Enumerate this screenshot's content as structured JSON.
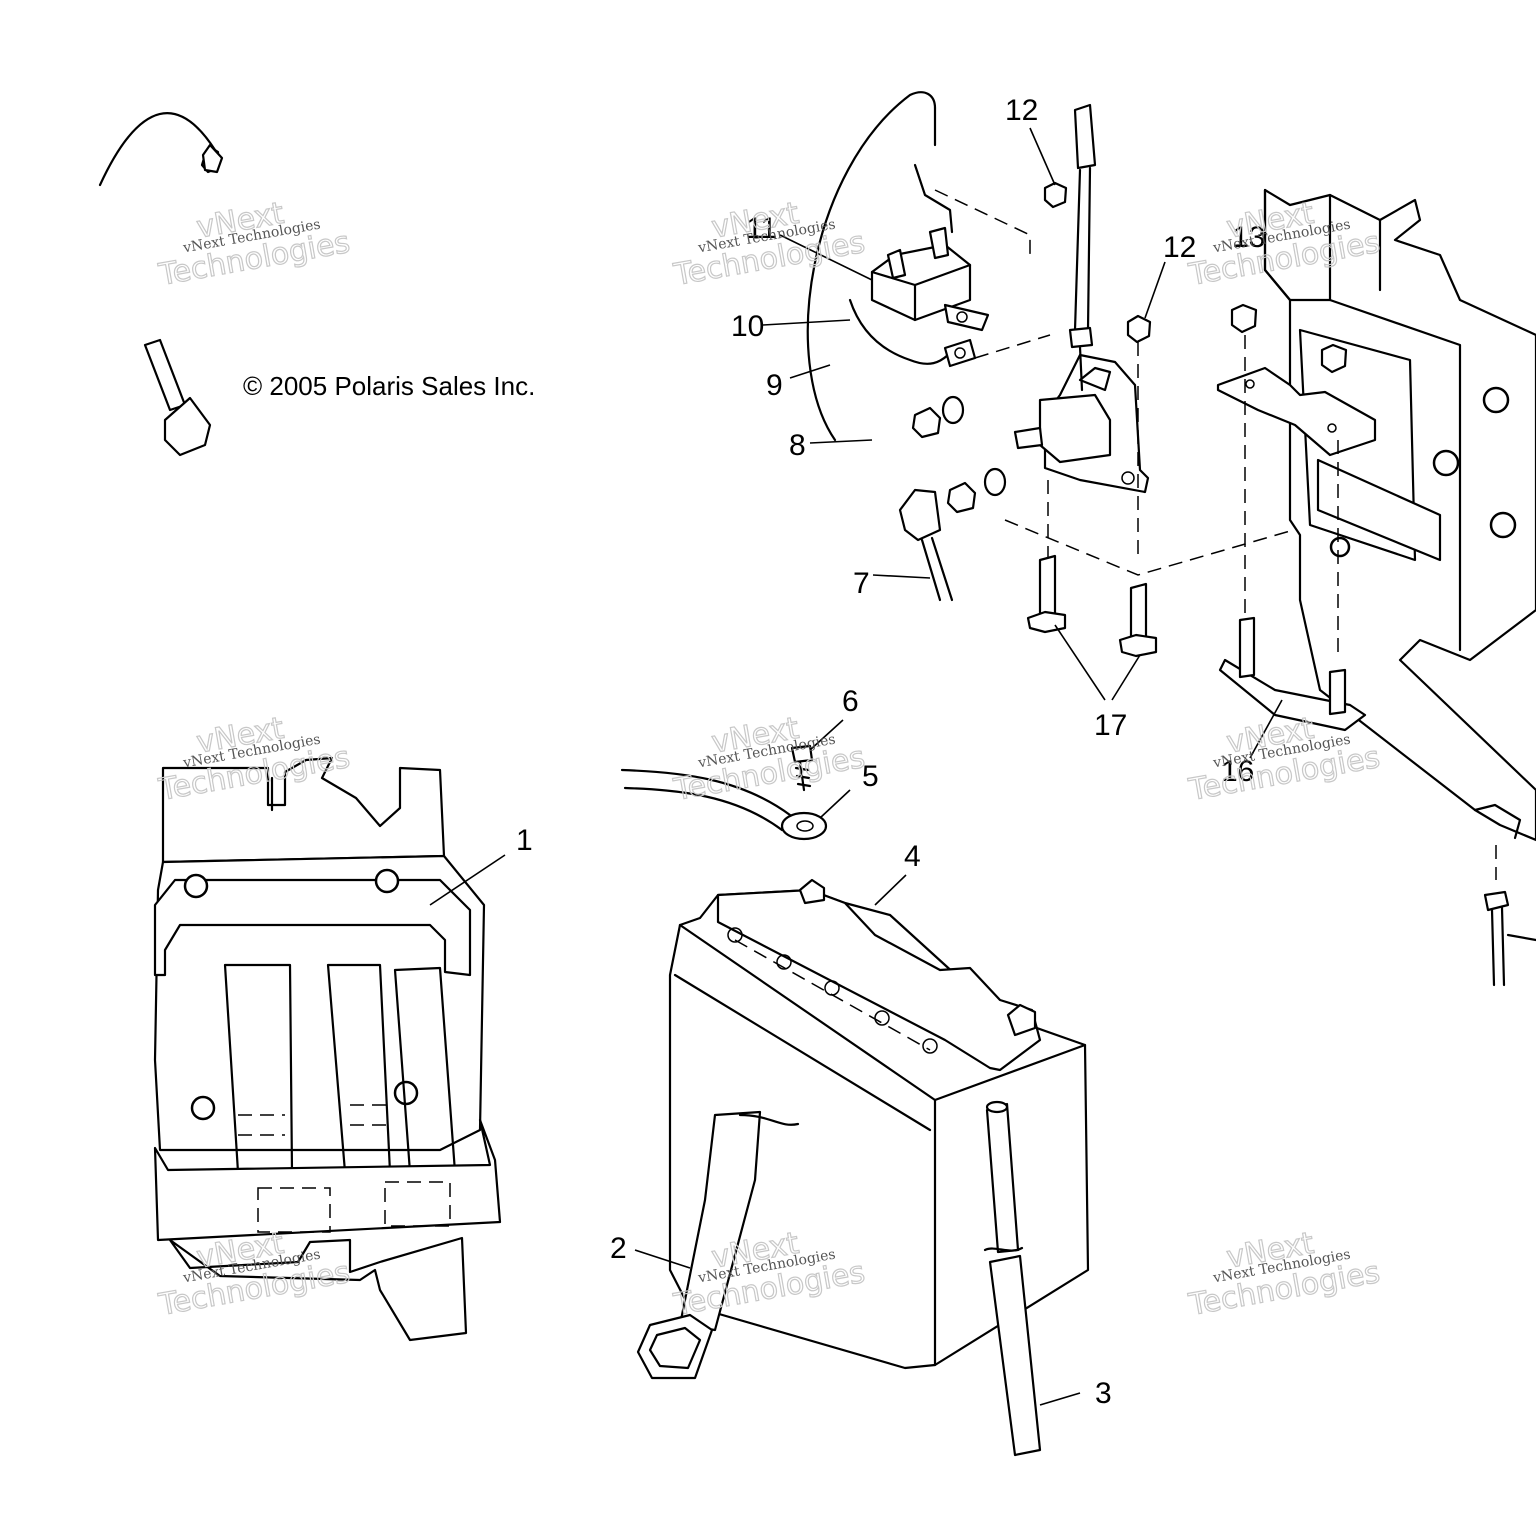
{
  "copyright": "© 2005 Polaris Sales Inc.",
  "watermark": {
    "small": "vNext Technologies",
    "big_top": "vNext",
    "big_bottom": "Technologies"
  },
  "callouts": {
    "c1": "1",
    "c2": "2",
    "c3": "3",
    "c4": "4",
    "c5": "5",
    "c6": "6",
    "c7": "7",
    "c8": "8",
    "c9": "9",
    "c10": "10",
    "c11": "11",
    "c12a": "12",
    "c12b": "12",
    "c13": "13",
    "c16": "16",
    "c17": "17"
  }
}
